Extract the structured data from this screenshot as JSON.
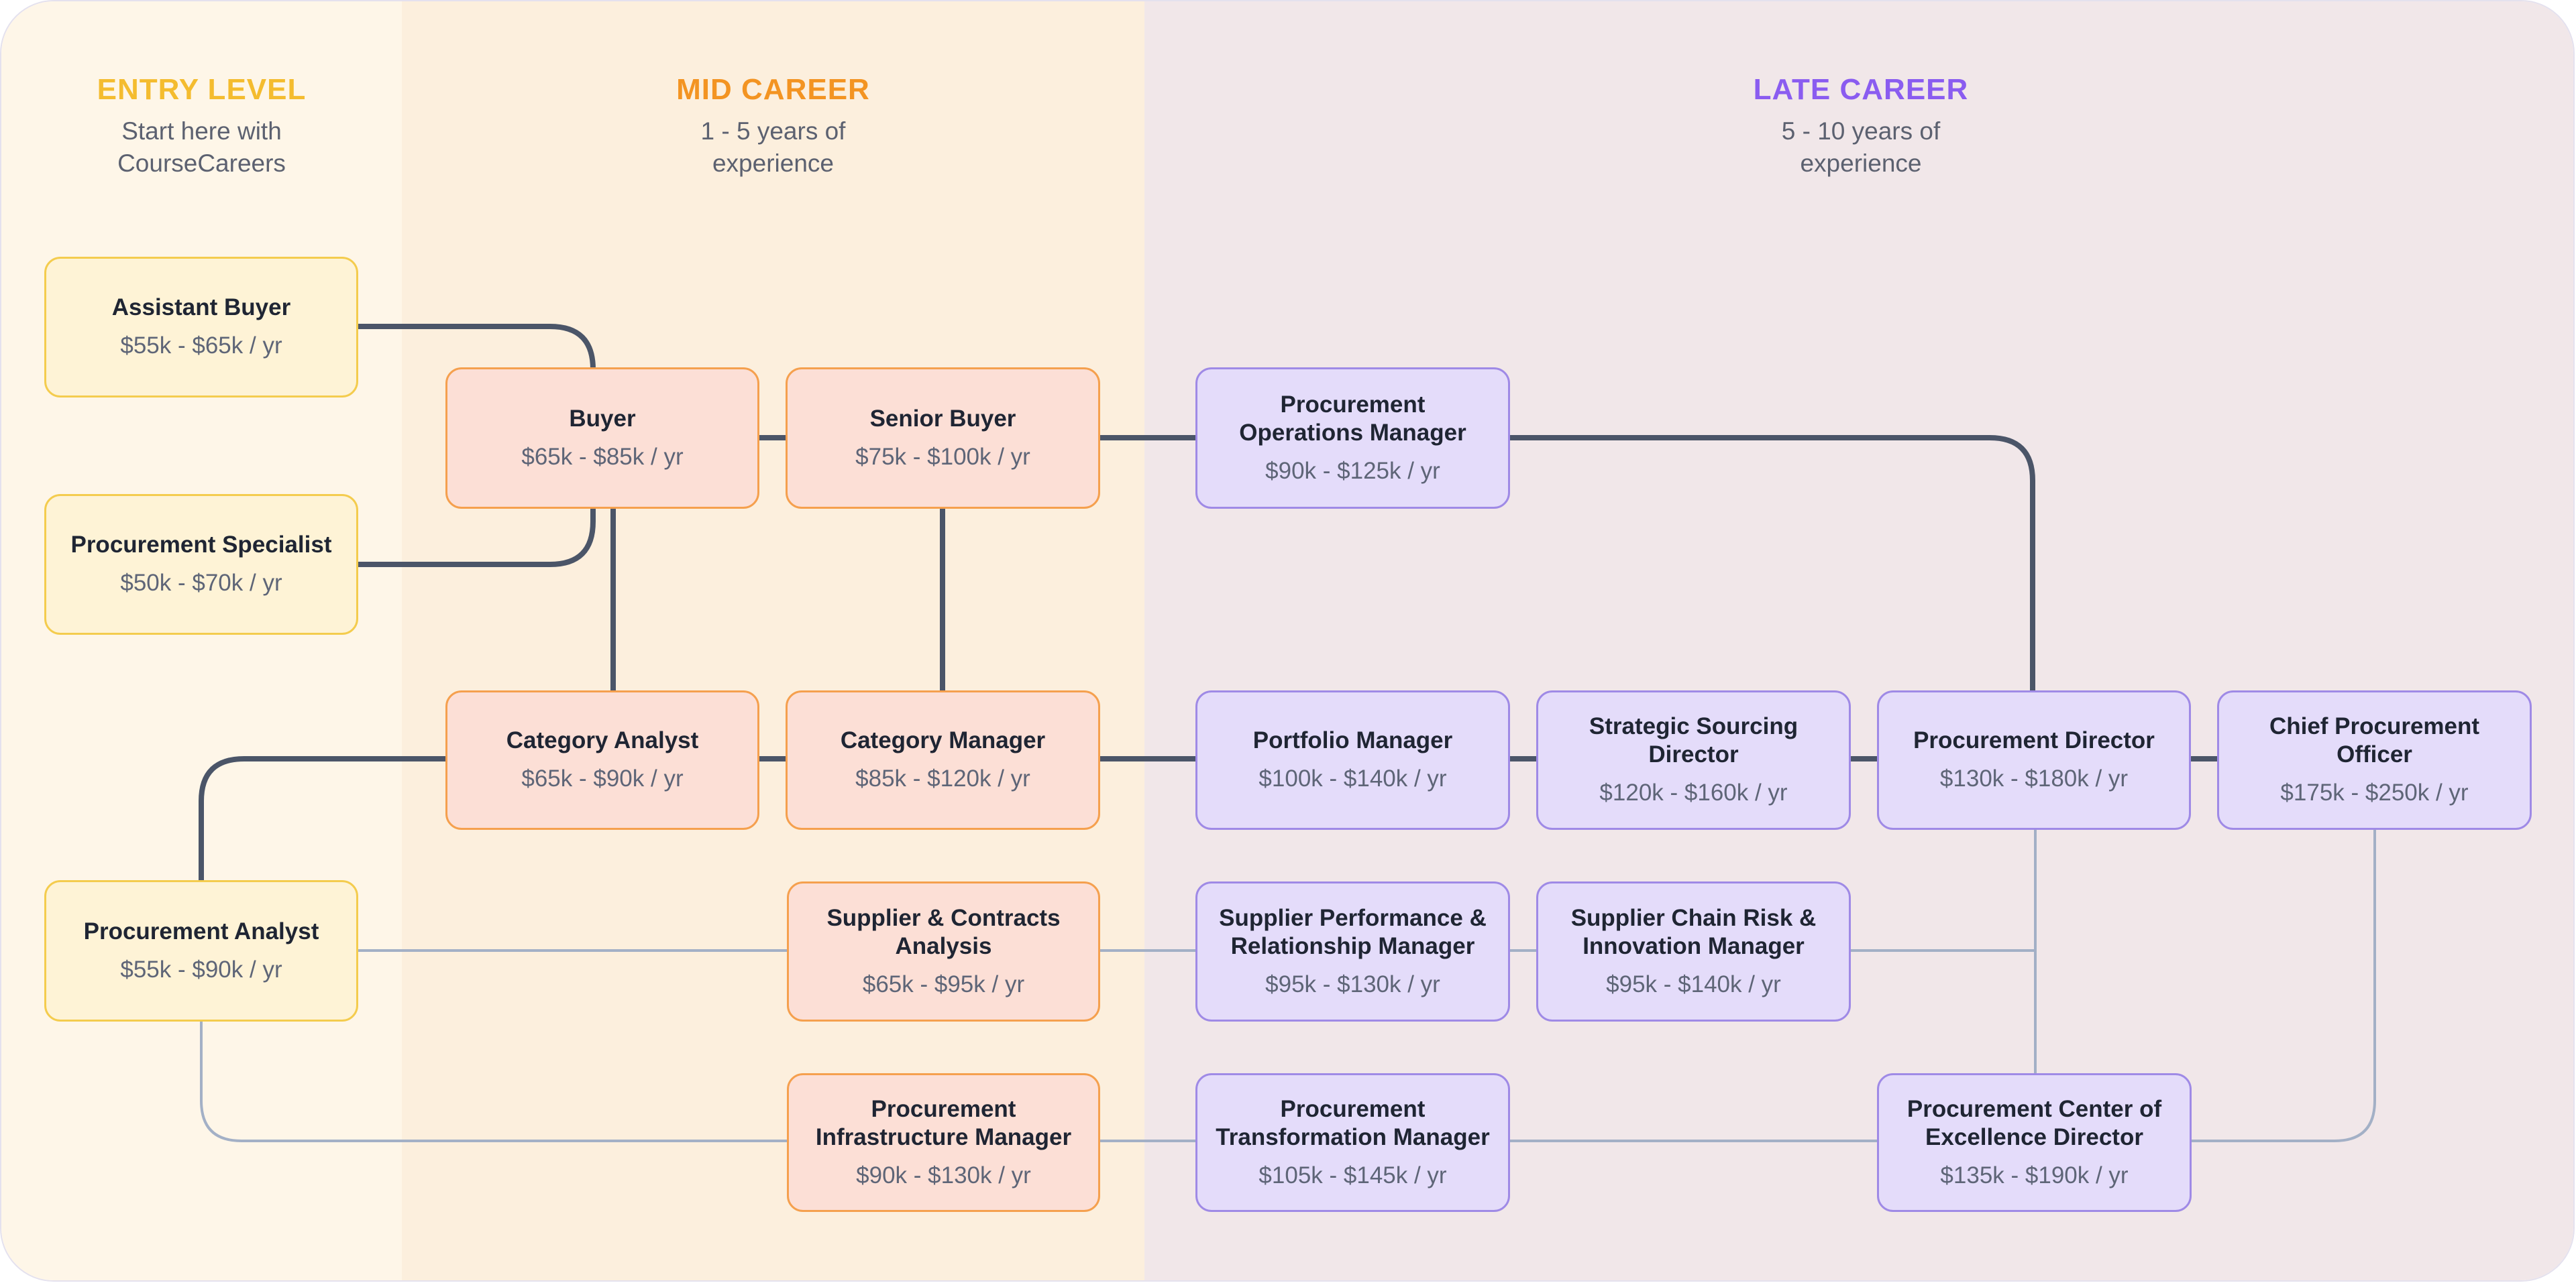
{
  "columns": {
    "entry": {
      "title": "ENTRY LEVEL",
      "subtitle_line1": "Start here with",
      "subtitle_line2": "CourseCareers",
      "color": "#f4bc2f"
    },
    "mid": {
      "title": "MID CAREER",
      "subtitle_line1": "1 - 5 years of",
      "subtitle_line2": "experience",
      "color": "#f39422"
    },
    "late": {
      "title": "LATE CAREER",
      "subtitle_line1": "5 - 10 years of",
      "subtitle_line2": "experience",
      "color": "#8a5cf0"
    }
  },
  "roles": {
    "assistant_buyer": {
      "title": "Assistant Buyer",
      "salary": "$55k - $65k / yr"
    },
    "procurement_specialist": {
      "title": "Procurement Specialist",
      "salary": "$50k - $70k / yr"
    },
    "procurement_analyst": {
      "title": "Procurement Analyst",
      "salary": "$55k - $90k / yr"
    },
    "buyer": {
      "title": "Buyer",
      "salary": "$65k - $85k / yr"
    },
    "senior_buyer": {
      "title": "Senior Buyer",
      "salary": "$75k - $100k / yr"
    },
    "category_analyst": {
      "title": "Category Analyst",
      "salary": "$65k - $90k / yr"
    },
    "category_manager": {
      "title": "Category Manager",
      "salary": "$85k - $120k / yr"
    },
    "supplier_contracts_analysis": {
      "title_line1": "Supplier & Contracts",
      "title_line2": "Analysis",
      "salary": "$65k - $95k / yr"
    },
    "procurement_infrastructure_manager": {
      "title_line1": "Procurement",
      "title_line2": "Infrastructure Manager",
      "salary": "$90k - $130k / yr"
    },
    "procurement_operations_manager": {
      "title_line1": "Procurement",
      "title_line2": "Operations Manager",
      "salary": "$90k - $125k / yr"
    },
    "portfolio_manager": {
      "title": "Portfolio Manager",
      "salary": "$100k - $140k / yr"
    },
    "strategic_sourcing_director": {
      "title_line1": "Strategic Sourcing",
      "title_line2": "Director",
      "salary": "$120k - $160k / yr"
    },
    "procurement_director": {
      "title": "Procurement Director",
      "salary": "$130k - $180k / yr"
    },
    "chief_procurement_officer": {
      "title_line1": "Chief Procurement",
      "title_line2": "Officer",
      "salary": "$175k - $250k / yr"
    },
    "supplier_performance_manager": {
      "title_line1": "Supplier Performance &",
      "title_line2": "Relationship Manager",
      "salary": "$95k - $130k / yr"
    },
    "supplier_chain_risk_manager": {
      "title_line1": "Supplier Chain Risk &",
      "title_line2": "Innovation Manager",
      "salary": "$95k - $140k / yr"
    },
    "procurement_transformation_manager": {
      "title_line1": "Procurement",
      "title_line2": "Transformation Manager",
      "salary": "$105k - $145k / yr"
    },
    "procurement_coe_director": {
      "title_line1": "Procurement Center of",
      "title_line2": "Excellence Director",
      "salary": "$135k - $190k / yr"
    }
  }
}
